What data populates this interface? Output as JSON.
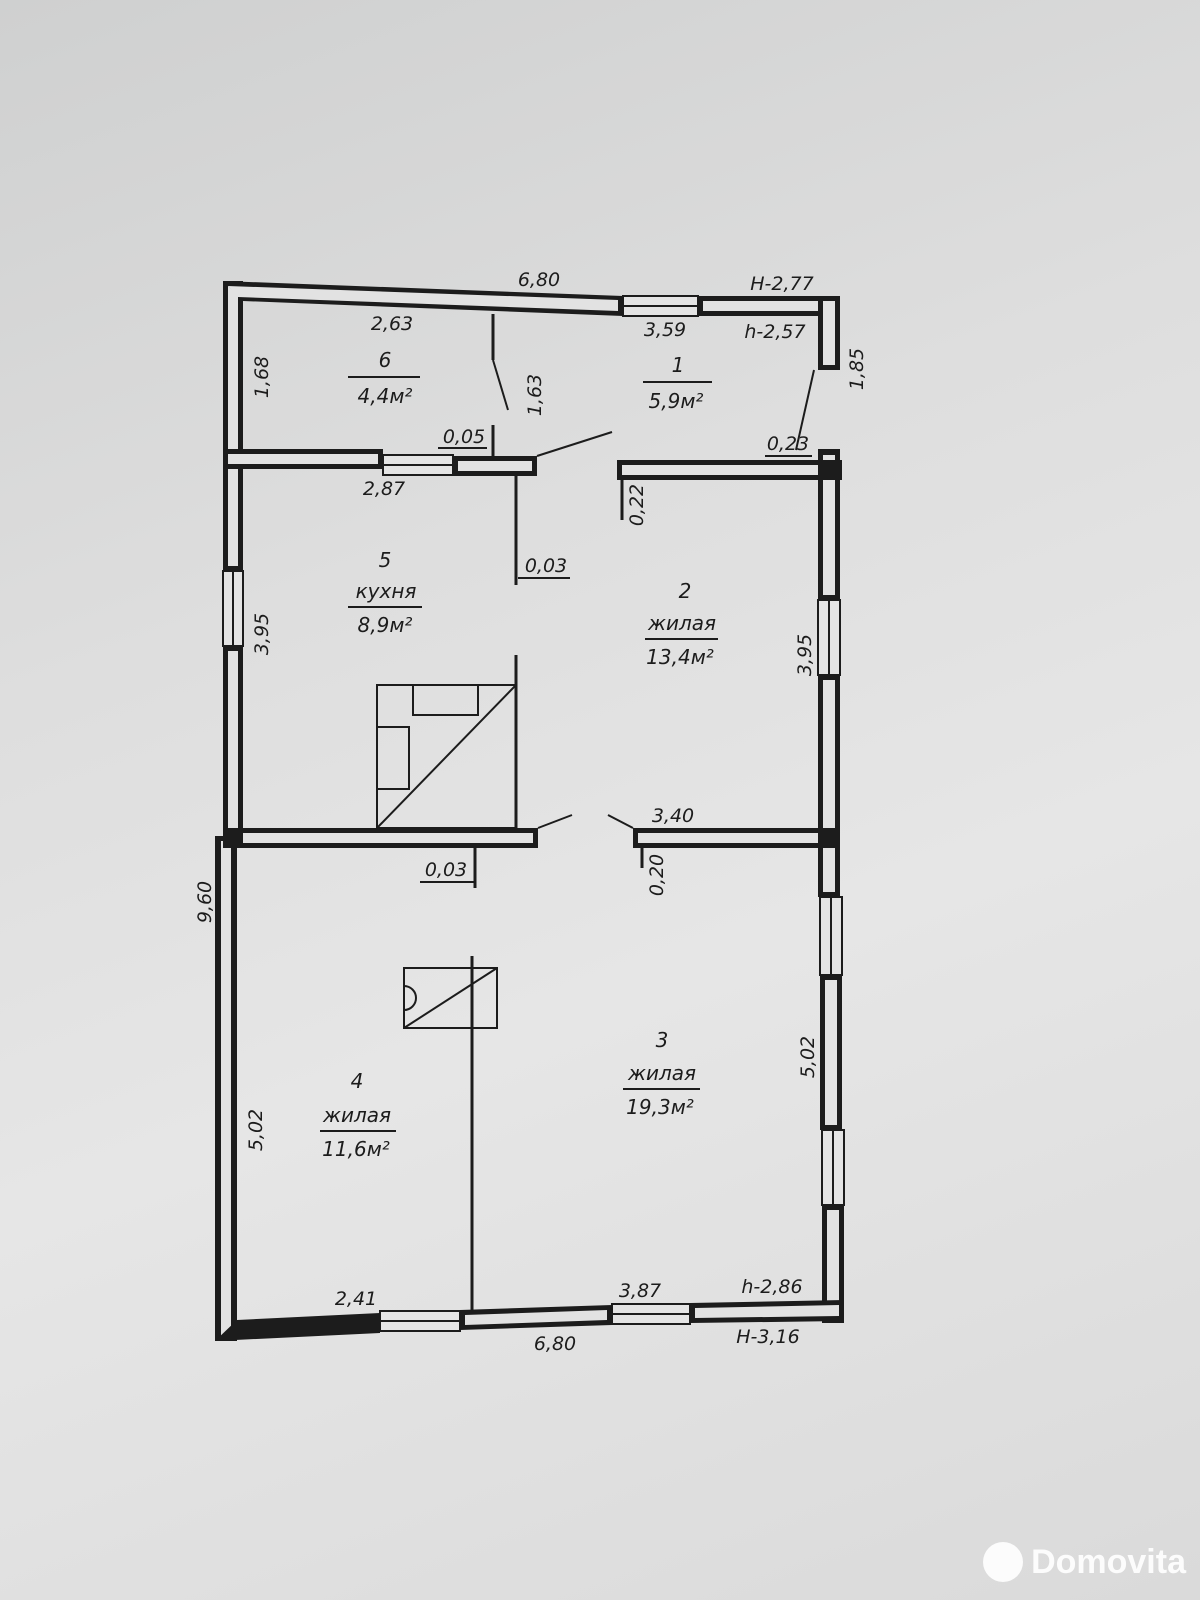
{
  "plan": {
    "outer": {
      "top_length": "6,80",
      "bottom_length": "6,80",
      "left_length": "9,60",
      "top_right_height_H": "H-2,77",
      "top_right_height_h": "h-2,57",
      "bottom_right_height_h": "h-2,86",
      "bottom_right_height_H": "H-3,16"
    },
    "dimensions": {
      "d_2_63": "2,63",
      "d_3_59": "3,59",
      "d_1_68": "1,68",
      "d_1_63": "1,63",
      "d_1_85": "1,85",
      "d_0_05": "0,05",
      "d_0_23": "0,23",
      "d_2_87": "2,87",
      "d_0_22": "0,22",
      "d_0_03a": "0,03",
      "d_3_95_left": "3,95",
      "d_3_95_right": "3,95",
      "d_3_40": "3,40",
      "d_0_03b": "0,03",
      "d_0_20": "0,20",
      "d_5_02_right": "5,02",
      "d_5_02_left": "5,02",
      "d_2_41": "2,41",
      "d_3_87": "3,87"
    },
    "rooms": [
      {
        "number": "1",
        "name": "",
        "area": "5,9м²"
      },
      {
        "number": "2",
        "name": "жилая",
        "area": "13,4м²"
      },
      {
        "number": "3",
        "name": "жилая",
        "area": "19,3м²"
      },
      {
        "number": "4",
        "name": "жилая",
        "area": "11,6м²"
      },
      {
        "number": "5",
        "name": "кухня",
        "area": "8,9м²"
      },
      {
        "number": "6",
        "name": "",
        "area": "4,4м²"
      }
    ]
  },
  "watermark": {
    "text": "Domovita"
  }
}
